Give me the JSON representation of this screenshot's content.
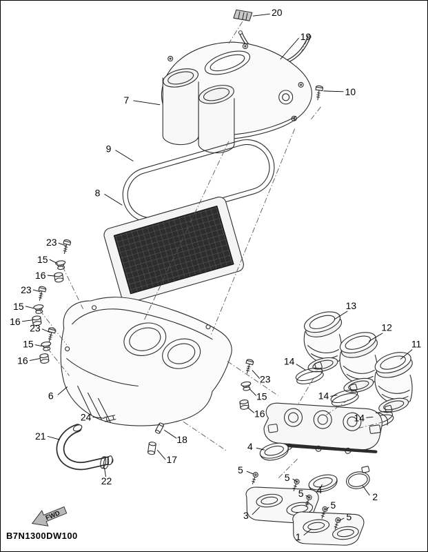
{
  "diagram": {
    "code": "B7N1300DW100",
    "fwd_label": "FWD",
    "callouts": [
      "20",
      "19",
      "10",
      "7",
      "9",
      "8",
      "23",
      "15",
      "16",
      "23",
      "15",
      "16",
      "23",
      "15",
      "16",
      "13",
      "12",
      "11",
      "14",
      "14",
      "14",
      "6",
      "23",
      "15",
      "16",
      "24",
      "18",
      "17",
      "21",
      "22",
      "4",
      "5",
      "5",
      "3",
      "4",
      "5",
      "5",
      "5",
      "2",
      "1"
    ]
  }
}
